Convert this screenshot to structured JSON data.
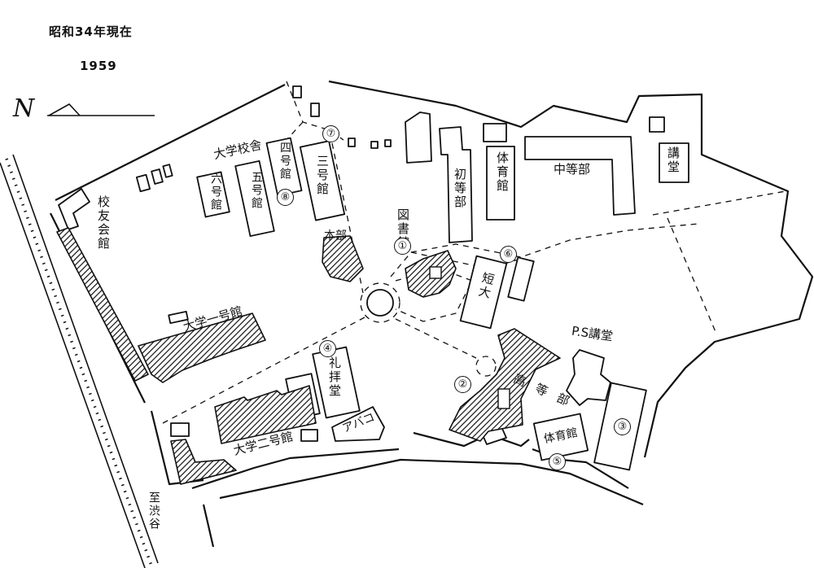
{
  "title": {
    "era": "昭和34年現在",
    "year": "1959"
  },
  "compass": {
    "symbol": "N"
  },
  "buildings": {
    "koyukai": "校友会館",
    "daigaku_kousha": "大学校舎",
    "rokugo": "六号館",
    "gogo": "五号館",
    "yongo": "四号館",
    "sango": "三号館",
    "honbu": "本部",
    "daigaku_ichigo": "大学一号館",
    "daigaku_nigo": "大学二号館",
    "raihaido": "礼拝堂",
    "abako": "アバコ",
    "toshokan": "図書館",
    "shotobu": "初等部",
    "taiikukan": "体育館",
    "chutobu": "中等部",
    "kodo": "講堂",
    "tandai": "短大",
    "ps_kodo": "P.S講堂",
    "kotobu": "高等部",
    "taiikukan_hs": "体育館"
  },
  "direction": {
    "shibuya": "至渋谷"
  },
  "markers": [
    "①",
    "②",
    "③",
    "④",
    "⑤",
    "⑥",
    "⑦",
    "⑧"
  ]
}
